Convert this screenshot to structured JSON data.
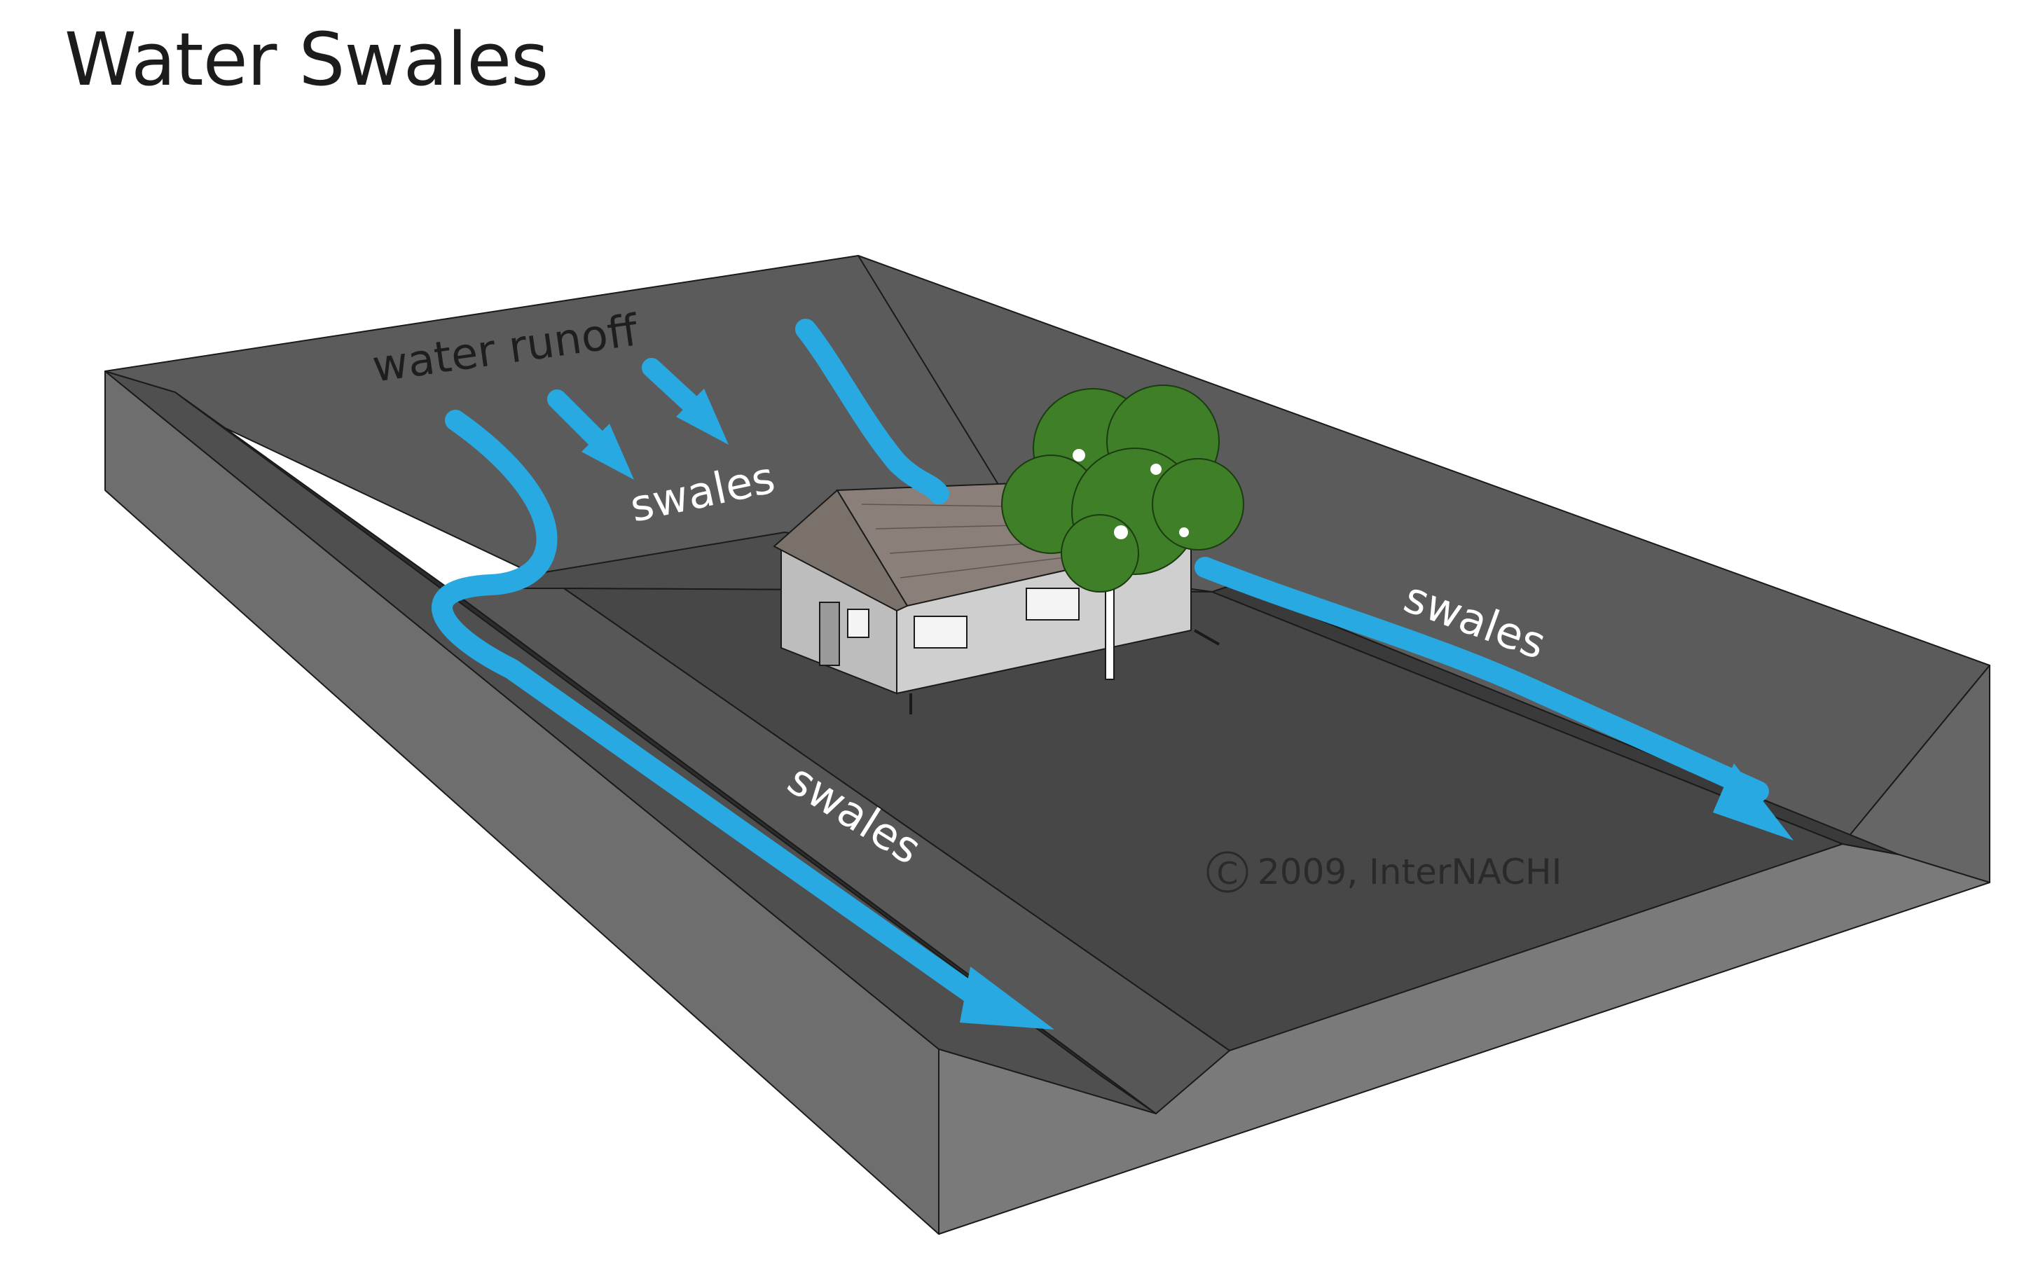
{
  "title": "Water Swales",
  "labels": {
    "water_runoff": "water runoff",
    "swales_top": "swales",
    "swales_right": "swales",
    "swales_left": "swales",
    "copyright": "2009, InterNACHI"
  },
  "icons": {
    "copyright_symbol": "copyright-icon",
    "house": "house-icon",
    "tree": "tree-icon"
  },
  "colors": {
    "water": "#29a9e1",
    "ground_top": "#5e5e5e",
    "ground_flat": "#4a4a4a",
    "slope": "#666666",
    "side_face": "#787878",
    "swale_channel": "#2e2e2e",
    "foliage": "#3f7f27",
    "house_wall": "#c8c8c8",
    "roof": "#8a8078"
  }
}
